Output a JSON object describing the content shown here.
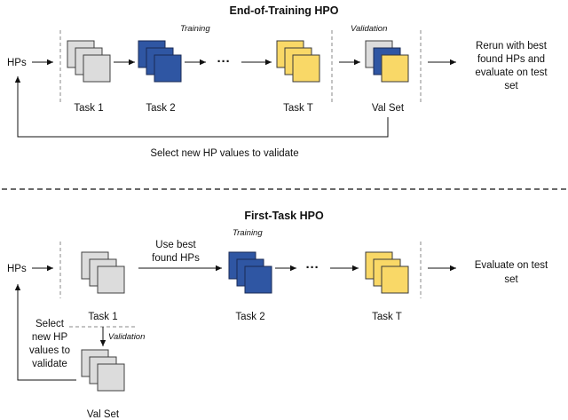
{
  "top": {
    "title": "End-of-Training HPO",
    "hps": "HPs",
    "training": "Training",
    "validation": "Validation",
    "task1": "Task 1",
    "task2": "Task 2",
    "ellipsis": "···",
    "taskT": "Task T",
    "valset": "Val Set",
    "rerun": [
      "Rerun with best",
      "found HPs and",
      "evaluate on test",
      "set"
    ],
    "select": "Select new HP values to validate"
  },
  "bottom": {
    "title": "First-Task HPO",
    "hps": "HPs",
    "use_best": [
      "Use best",
      "found HPs"
    ],
    "training": "Training",
    "task1": "Task 1",
    "task2": "Task 2",
    "ellipsis": "···",
    "taskT": "Task T",
    "validation": "Validation",
    "valset": "Val Set",
    "select": [
      "Select",
      "new HP",
      "values to",
      "validate"
    ],
    "evaluate": [
      "Evaluate on test",
      "set"
    ]
  },
  "colors": {
    "gray": "#dcdcdc",
    "blue": "#2f56a3",
    "yellow": "#f9d867"
  }
}
